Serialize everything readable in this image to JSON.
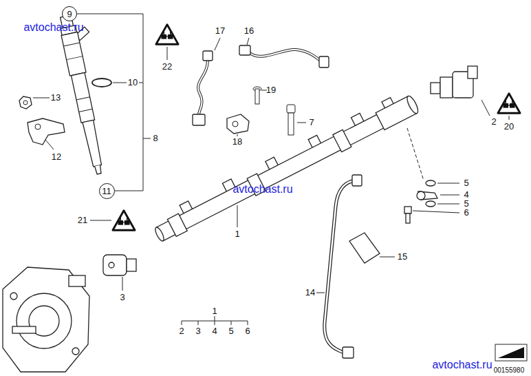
{
  "diagram": {
    "nodes": [
      {
        "text": [
          "9"
        ]
      },
      {
        "text": [
          "11"
        ]
      }
    ],
    "edges": [
      {
        "from": 0,
        "to": 1,
        "arrow": "none",
        "label": "8"
      }
    ],
    "labels": [
      "avtochast.ru",
      "22",
      "17",
      "16",
      "19",
      "18",
      "7",
      "2",
      "20",
      "13",
      "12",
      "10",
      "5",
      "4",
      "5",
      "6",
      "21",
      "1",
      "3",
      "avtochast.ru",
      "15",
      "14",
      "1",
      "2",
      "3",
      "4",
      "5",
      "6",
      "avtochast.ru",
      "00155980"
    ]
  }
}
